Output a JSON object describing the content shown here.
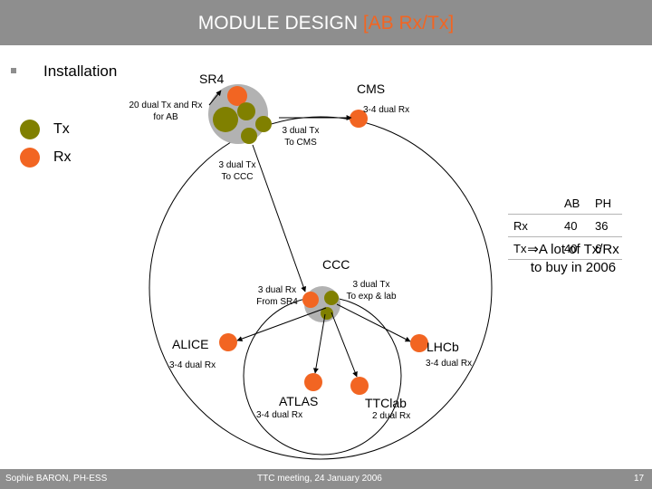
{
  "header": {
    "title_main": "MODULE DESIGN ",
    "title_highlight": "[AB Rx/Tx]",
    "highlight_color": "#f26522",
    "bar_color": "#8e8e8e"
  },
  "bullet": {
    "icon": "square-bullet-icon",
    "text": "Installation"
  },
  "legend": [
    {
      "label": "Tx",
      "color": "#808000"
    },
    {
      "label": "Rx",
      "color": "#f26522"
    }
  ],
  "nodes": {
    "sr4": "SR4",
    "cms": "CMS",
    "ccc": "CCC",
    "alice": "ALICE",
    "lhcb": "LHCb",
    "atlas": "ATLAS",
    "ttclab": "TTClab"
  },
  "labels": {
    "sr4_ab_line1": "20 dual Tx and Rx",
    "sr4_ab_line2": "for AB",
    "cms_rx": "3-4 dual Rx",
    "cms_tx_line1": "3 dual Tx",
    "cms_tx_line2": "To CMS",
    "ccc_tx_line1": "3 dual Tx",
    "ccc_tx_line2": "To CCC",
    "ccc_rx_line1": "3 dual Rx",
    "ccc_rx_line2": "From SR4",
    "exp_tx_line1": "3 dual Tx",
    "exp_tx_line2": "To exp & lab",
    "alice_rx": "3-4 dual Rx",
    "lhcb_rx": "3-4 dual Rx",
    "atlas_rx": "3-4 dual Rx",
    "ttclab_rx": "2 dual Rx"
  },
  "table": {
    "header": [
      "",
      "AB",
      "PH"
    ],
    "rows": [
      [
        "Rx",
        "40",
        "36"
      ],
      [
        "Tx",
        "40",
        "6"
      ]
    ]
  },
  "conclusion": {
    "line1": "⇒A lot of Tx/Rx",
    "line2": "to buy in 2006"
  },
  "footer": {
    "left": "Sophie BARON, PH-ESS",
    "center": "TTC meeting, 24 January 2006",
    "page": "17"
  },
  "colors": {
    "tx": "#808000",
    "rx": "#f26522",
    "hub": "#b2b2b2"
  }
}
